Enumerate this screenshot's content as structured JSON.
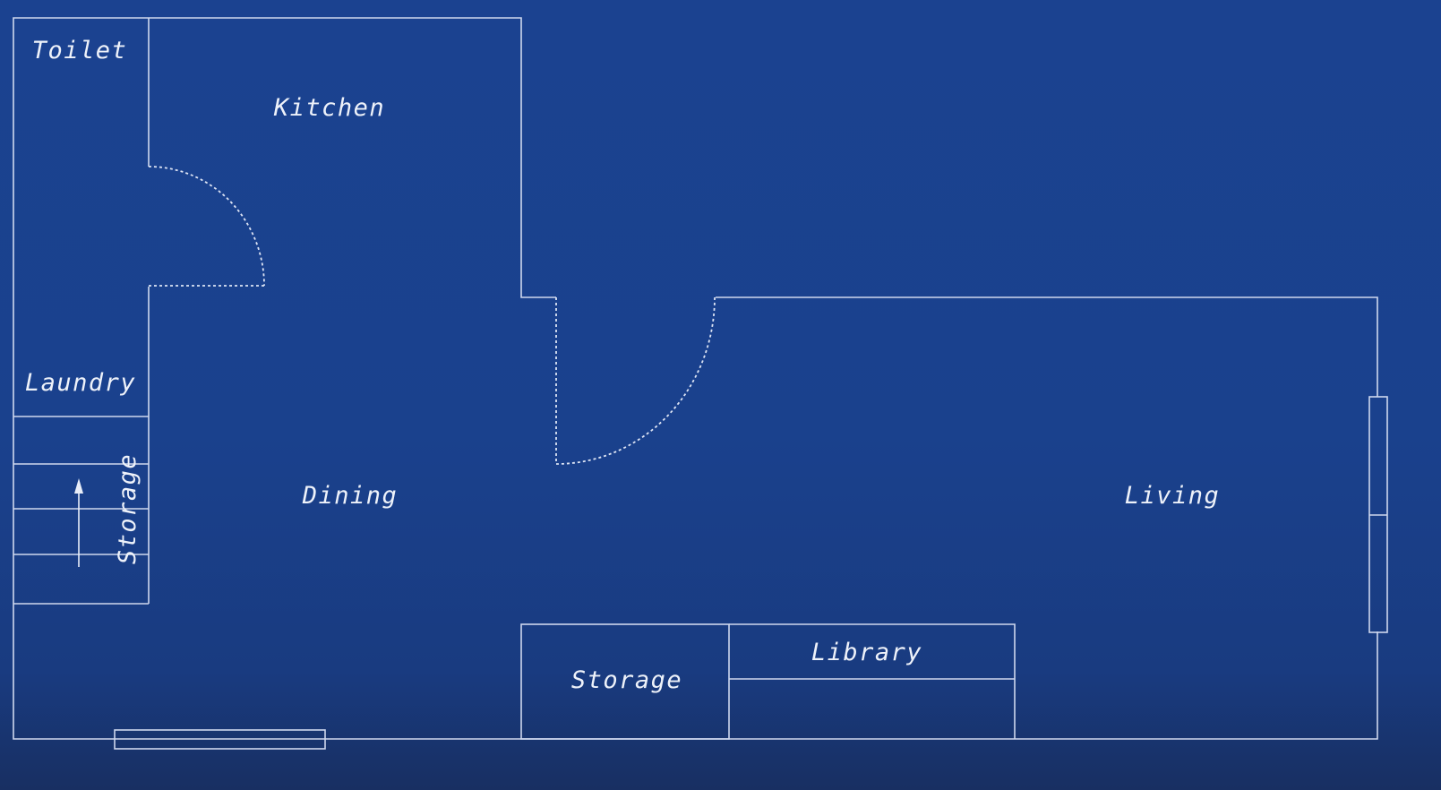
{
  "rooms": {
    "toilet": "Toilet",
    "kitchen": "Kitchen",
    "laundry": "Laundry",
    "dining": "Dining",
    "stair_storage": "Storage",
    "living": "Living",
    "storage": "Storage",
    "library": "Library"
  },
  "colors": {
    "background": "#1a418d",
    "lines": "#cfd8ee",
    "text": "#eef2fa"
  }
}
